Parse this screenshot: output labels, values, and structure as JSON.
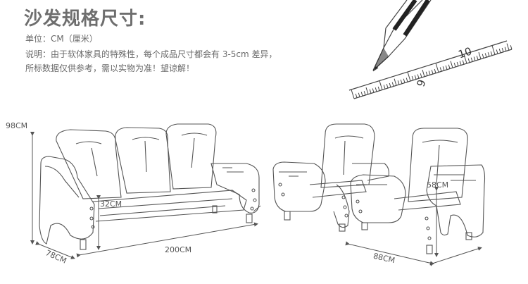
{
  "heading": {
    "title": "沙发规格尺寸:"
  },
  "notes": {
    "unit": "单位：CM（厘米）",
    "desc_line1": "说明：由于软体家具的特殊性，每个成品尺寸都会有 3-5cm 差异，",
    "desc_line2": "所标数据仅供参考，需以实物为准！望谅解！"
  },
  "ruler": {
    "tick_9": "9",
    "tick_10": "10"
  },
  "dimensions": {
    "sofa_height": "98CM",
    "sofa_seat_height": "32CM",
    "sofa_length": "200CM",
    "sofa_depth": "78CM",
    "chair_arm_height": "58CM",
    "chair_width": "88CM"
  }
}
